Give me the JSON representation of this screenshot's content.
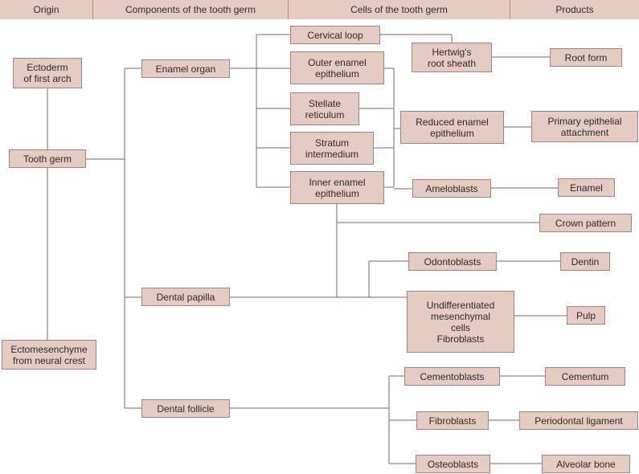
{
  "colors": {
    "box_fill": "#e6cbc2",
    "box_border": "#9c857e",
    "line": "#7a6a66",
    "header_fill": "#e6cbc2"
  },
  "headers": [
    "Origin",
    "Components of the tooth germ",
    "Cells of the tooth germ",
    "Products"
  ],
  "nodes": {
    "ectoderm": "Ectoderm\nof first arch",
    "tooth_germ": "Tooth germ",
    "ectomesenchyme": "Ectomesenchyme\nfrom neural crest",
    "enamel_organ": "Enamel organ",
    "dental_papilla": "Dental papilla",
    "dental_follicle": "Dental follicle",
    "cervical_loop": "Cervical loop",
    "outer_enamel": "Outer enamel\nepithelium",
    "stellate": "Stellate\nreticulum",
    "stratum": "Stratum\nintermedium",
    "inner_enamel": "Inner enamel\nepithelium",
    "hertwig": "Hertwig's\nroot sheath",
    "reduced_enamel": "Reduced enamel\nepithelium",
    "ameloblasts": "Ameloblasts",
    "odontoblasts": "Odontoblasts",
    "undiff": "Undifferentiated\nmesenchymal\ncells\nFibroblasts",
    "cementoblasts": "Cementoblasts",
    "fibroblasts": "Fibroblasts",
    "osteoblasts": "Osteoblasts",
    "root_form": "Root form",
    "primary_attach": "Primary epithelial\nattachment",
    "enamel": "Enamel",
    "crown_pattern": "Crown pattern",
    "dentin": "Dentin",
    "pulp": "Pulp",
    "cementum": "Cementum",
    "periodontal": "Periodontal ligament",
    "alveolar_bone": "Alveolar bone"
  }
}
